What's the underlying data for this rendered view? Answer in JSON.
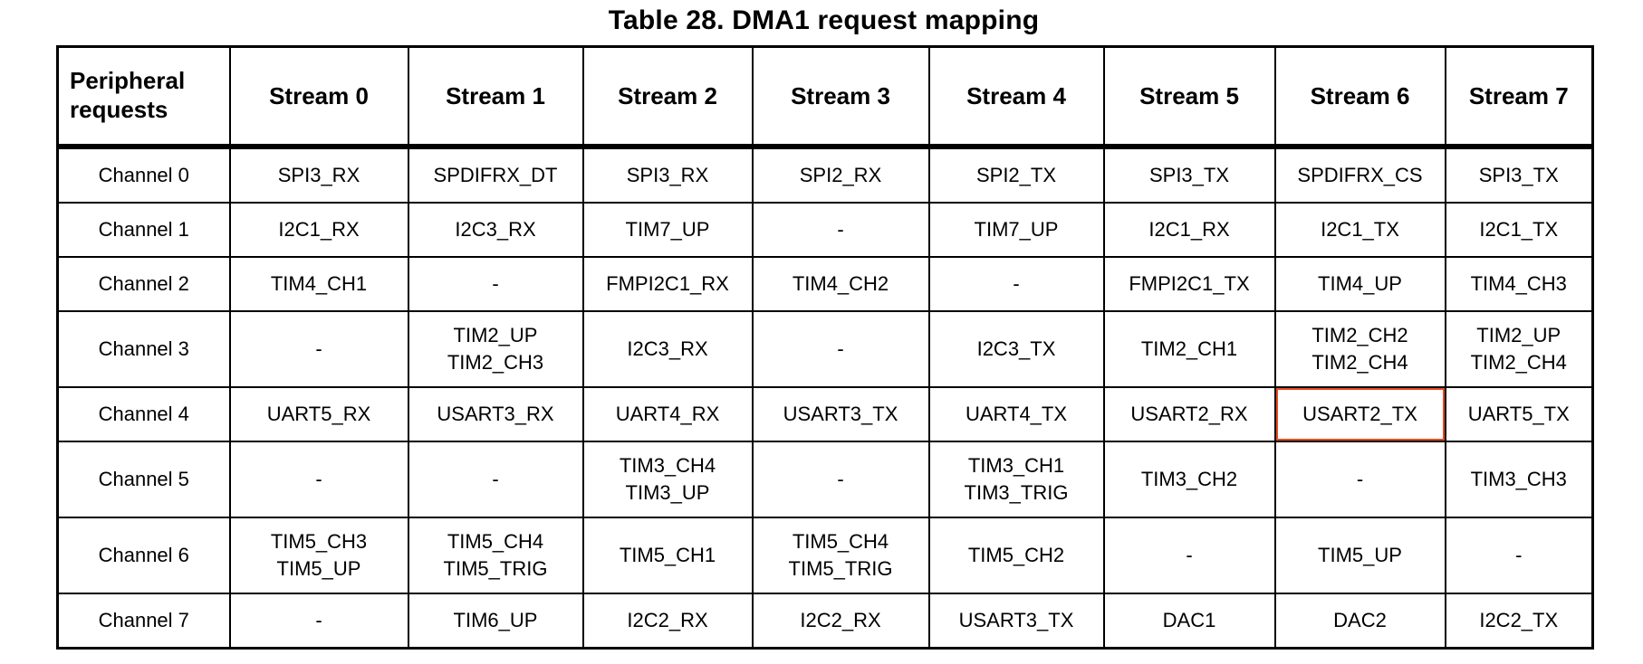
{
  "title": "Table 28. DMA1 request mapping",
  "table": {
    "corner_header": "Peripheral requests",
    "column_headers": [
      "Stream 0",
      "Stream 1",
      "Stream 2",
      "Stream 3",
      "Stream 4",
      "Stream 5",
      "Stream 6",
      "Stream 7"
    ],
    "rows": [
      {
        "label": "Channel 0",
        "cells": [
          "SPI3_RX",
          "SPDIFRX_DT",
          "SPI3_RX",
          "SPI2_RX",
          "SPI2_TX",
          "SPI3_TX",
          "SPDIFRX_CS",
          "SPI3_TX"
        ]
      },
      {
        "label": "Channel 1",
        "cells": [
          "I2C1_RX",
          "I2C3_RX",
          "TIM7_UP",
          "-",
          "TIM7_UP",
          "I2C1_RX",
          "I2C1_TX",
          "I2C1_TX"
        ]
      },
      {
        "label": "Channel 2",
        "cells": [
          "TIM4_CH1",
          "-",
          "FMPI2C1_RX",
          "TIM4_CH2",
          "-",
          "FMPI2C1_TX",
          "TIM4_UP",
          "TIM4_CH3"
        ]
      },
      {
        "label": "Channel 3",
        "cells": [
          "-",
          "TIM2_UP\nTIM2_CH3",
          "I2C3_RX",
          "-",
          "I2C3_TX",
          "TIM2_CH1",
          "TIM2_CH2\nTIM2_CH4",
          "TIM2_UP\nTIM2_CH4"
        ]
      },
      {
        "label": "Channel 4",
        "cells": [
          "UART5_RX",
          "USART3_RX",
          "UART4_RX",
          "USART3_TX",
          "UART4_TX",
          "USART2_RX",
          "USART2_TX",
          "UART5_TX"
        ]
      },
      {
        "label": "Channel 5",
        "cells": [
          "-",
          "-",
          "TIM3_CH4\nTIM3_UP",
          "-",
          "TIM3_CH1\nTIM3_TRIG",
          "TIM3_CH2",
          "-",
          "TIM3_CH3"
        ]
      },
      {
        "label": "Channel 6",
        "cells": [
          "TIM5_CH3\nTIM5_UP",
          "TIM5_CH4\nTIM5_TRIG",
          "TIM5_CH1",
          "TIM5_CH4\nTIM5_TRIG",
          "TIM5_CH2",
          "-",
          "TIM5_UP",
          "-"
        ]
      },
      {
        "label": "Channel 7",
        "cells": [
          "-",
          "TIM6_UP",
          "I2C2_RX",
          "I2C2_RX",
          "USART3_TX",
          "DAC1",
          "DAC2",
          "I2C2_TX"
        ]
      }
    ],
    "highlight": {
      "row_label": "Channel 4",
      "column_header": "Stream 6",
      "value": "USART2_TX",
      "color": "#E84B22"
    }
  }
}
